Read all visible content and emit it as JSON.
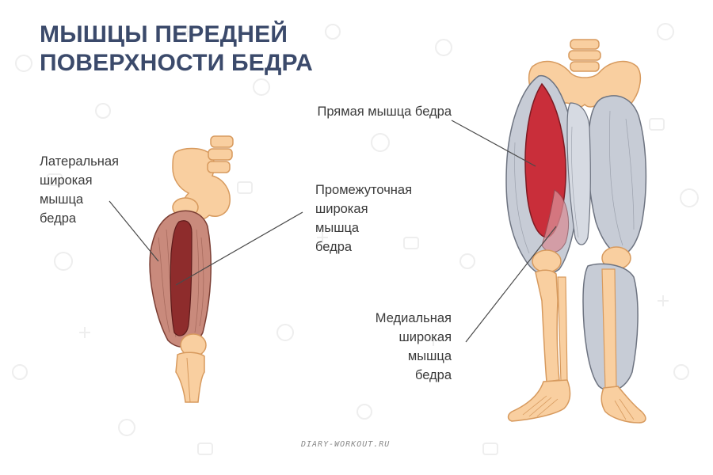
{
  "title": {
    "line1": "МЫШЦЫ ПЕРЕДНЕЙ",
    "line2": "ПОВЕРХНОСТИ БЕДРА"
  },
  "labels": {
    "vastus_lateralis": [
      "Латеральная",
      "широкая",
      "мышца",
      "бедра"
    ],
    "vastus_intermedius": [
      "Промежуточная",
      "широкая",
      "мышца",
      "бедра"
    ],
    "rectus_femoris": [
      "Прямая мышца бедра"
    ],
    "vastus_medialis": [
      "Медиальная",
      "широкая",
      "мышца",
      "бедра"
    ]
  },
  "watermark": "DIARY-WORKOUT.RU",
  "colors": {
    "title": "#3b4a6b",
    "bone": "#f9cfa0",
    "bone_outline": "#d79a5e",
    "muscle_lateral": "#c98a7c",
    "muscle_deep": "#8e2c2c",
    "muscle_red": "#c92e3a",
    "muscle_grey": "#c7ccd6",
    "leader_line": "#4a4a4a"
  }
}
